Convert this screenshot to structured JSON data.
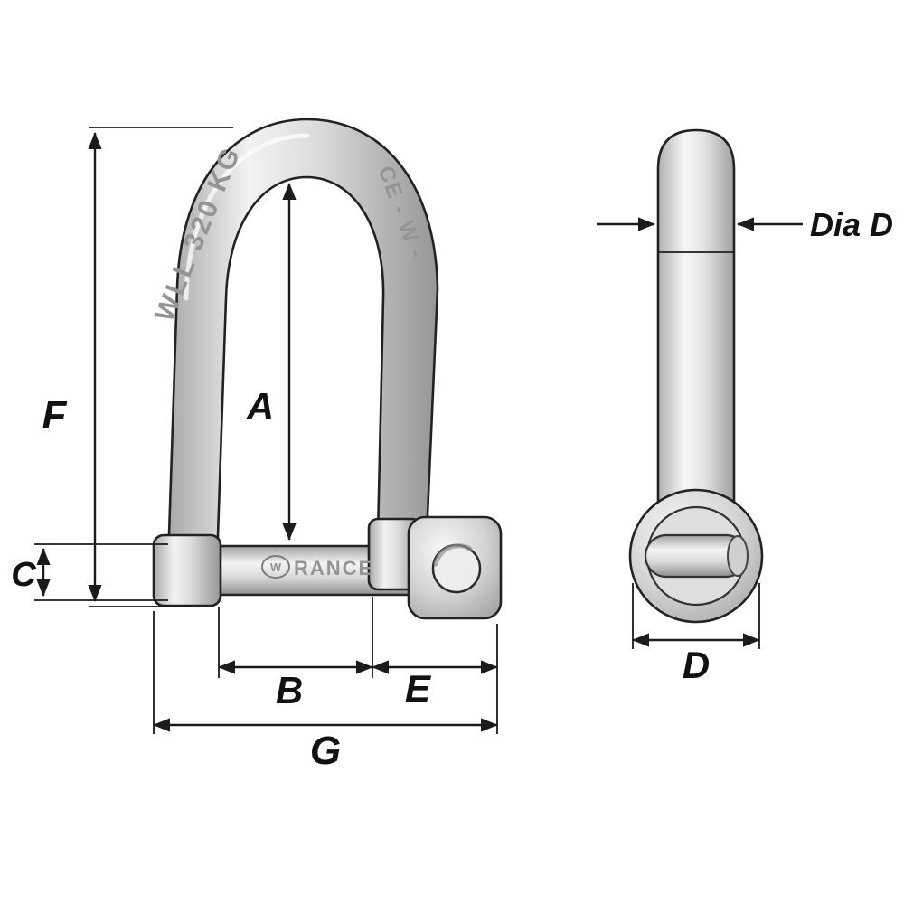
{
  "diagram": {
    "type": "technical-drawing",
    "subject": "long D shackle with captive pin - dimension diagram",
    "dimensions": {
      "A": "A",
      "B": "B",
      "C": "C",
      "D": "D",
      "E": "E",
      "F": "F",
      "G": "G",
      "dia_d": "Dia D"
    },
    "engravings": {
      "left_leg": "WLL 320 KG",
      "right_leg": "CE - W -",
      "pin": "RANCE",
      "pin_logo": "W"
    },
    "colors": {
      "line": "#1b1b1b",
      "dimension_text": "#111111",
      "metal_light": "#f4f4f4",
      "metal_mid": "#d8d8d8",
      "metal_dark": "#9c9c9c",
      "engraving": "#949494",
      "background": "#ffffff"
    }
  }
}
